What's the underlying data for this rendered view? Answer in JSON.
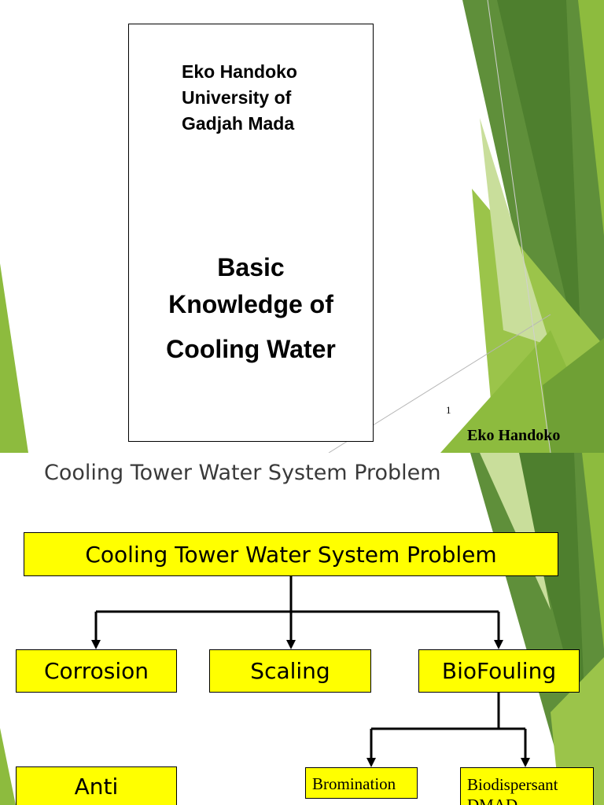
{
  "slide1": {
    "author_lines": [
      "Eko Handoko",
      "University of",
      "Gadjah Mada"
    ],
    "title_lines": [
      "Basic",
      "Knowledge of",
      "Cooling Water"
    ],
    "page_number": "1",
    "footer_author": "Eko Handoko"
  },
  "slide2": {
    "title": "Cooling Tower Water System Problem",
    "diagram": {
      "root": "Cooling Tower Water System Problem",
      "level1": [
        "Corrosion",
        "Scaling",
        "BioFouling"
      ],
      "corrosion_child": "Anti",
      "biofouling_children": [
        "Bromination",
        "Biodispersant",
        "DMAD"
      ]
    }
  },
  "colors": {
    "box_fill": "#ffff00",
    "green_dark": "#5f8f3a",
    "green_mid": "#8dbb3e",
    "green_light": "#c9de9b"
  }
}
